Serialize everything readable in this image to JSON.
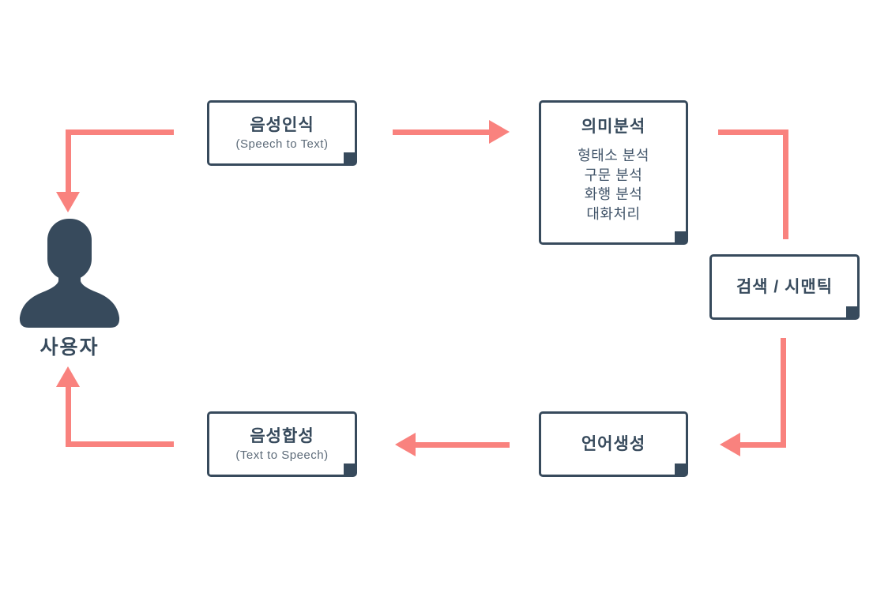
{
  "diagram": {
    "user": {
      "label": "사용자",
      "icon": "person-silhouette-icon"
    },
    "nodes": {
      "speech_recognition": {
        "title": "음성인식",
        "subtitle": "(Speech to Text)"
      },
      "semantic_analysis": {
        "title": "의미분석",
        "items": [
          "형태소 분석",
          "구문 분석",
          "화행 분석",
          "대화처리"
        ]
      },
      "search_semantic": {
        "title": "검색 / 시맨틱"
      },
      "language_generation": {
        "title": "언어생성"
      },
      "speech_synthesis": {
        "title": "음성합성",
        "subtitle": "(Text to Speech)"
      }
    },
    "edges": [
      {
        "from": "음성인식",
        "to": "사용자",
        "shape": "elbow-left-down",
        "arrowhead": true
      },
      {
        "from": "음성인식",
        "to": "의미분석",
        "shape": "straight-right",
        "arrowhead": true
      },
      {
        "from": "의미분석",
        "to": "검색 / 시맨틱",
        "shape": "elbow-right-down",
        "arrowhead": false
      },
      {
        "from": "검색 / 시맨틱",
        "to": "언어생성",
        "shape": "elbow-down-left",
        "arrowhead": true
      },
      {
        "from": "언어생성",
        "to": "음성합성",
        "shape": "straight-left",
        "arrowhead": true
      },
      {
        "from": "음성합성",
        "to": "사용자",
        "shape": "elbow-left-up",
        "arrowhead": true
      }
    ],
    "colors": {
      "arrow": "#F9827E",
      "node_border": "#374A5C",
      "title_text": "#374A5C",
      "subtitle_text": "#5D6B79",
      "background": "#FFFFFF"
    }
  }
}
